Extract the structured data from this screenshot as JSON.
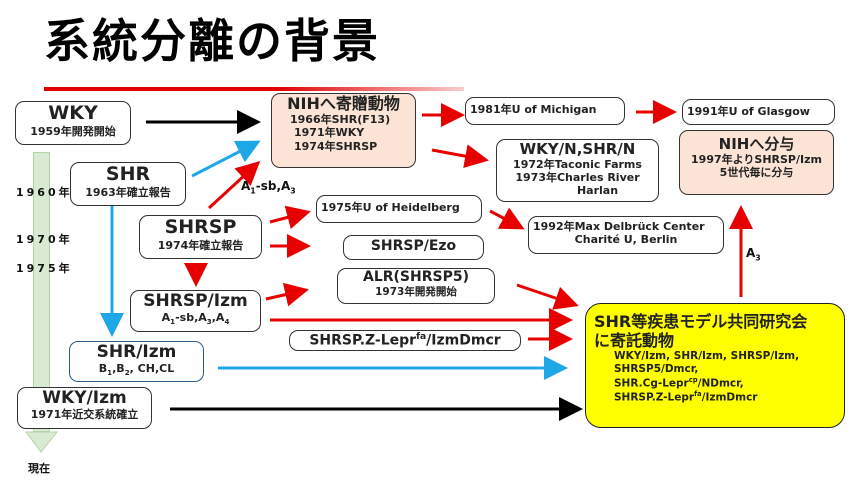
{
  "title": "系統分離の背景",
  "colors": {
    "accent_red": "#e00000",
    "pink_box": "#fbe3d6",
    "yellow_box": "#ffff00",
    "blue_arrow": "#1ea7e6",
    "timeline": "#d9ead3"
  },
  "timeline": {
    "labels": [
      "1960年",
      "1970年",
      "1975年"
    ],
    "end_label": "現在"
  },
  "nodes": {
    "wky": {
      "name": "WKY",
      "note": "1959年開発開始"
    },
    "shr": {
      "name": "SHR",
      "note": "1963年確立報告"
    },
    "shrsp": {
      "name": "SHRSP",
      "note": "1974年確立報告"
    },
    "shrsp_izm": {
      "name": "SHRSP/Izm",
      "note_parts": [
        "A",
        "1",
        "-sb,A",
        "3",
        ",A",
        "4"
      ]
    },
    "shr_izm": {
      "name": "SHR/Izm",
      "note_parts": [
        "B",
        "1",
        ",B",
        "2",
        ", CH,CL"
      ]
    },
    "wky_izm": {
      "name": "WKY/Izm",
      "note": "1971年近交系統確立"
    },
    "nih_donation": {
      "name": "NIHへ寄贈動物",
      "lines": [
        "1966年SHR(F13)",
        "1971年WKY",
        "1974年SHRSP"
      ]
    },
    "michigan": {
      "name": "1981年U of Michigan"
    },
    "glasgow": {
      "name": "1991年U of Glasgow"
    },
    "wky_n": {
      "name": "WKY/N,SHR/N",
      "lines": [
        "1972年Taconic Farms",
        "1973年Charles River",
        "Harlan"
      ]
    },
    "nih_distribution": {
      "name": "NIHへ分与",
      "lines": [
        "1997年よりSHRSP/Izm",
        "5世代毎に分与"
      ]
    },
    "heidelberg": {
      "name": "1975年U of Heidelberg"
    },
    "ezo": {
      "name": "SHRSP/Ezo"
    },
    "berlin": {
      "lines": [
        "1992年Max Delbrück Center",
        "Charité  U, Berlin"
      ]
    },
    "alr": {
      "name": "ALR(SHRSP5)",
      "note": "1973年開発開始"
    },
    "zucker": {
      "name_parts": [
        "SHRSP.Z-Lepr",
        "fa",
        "/IzmDmcr"
      ]
    },
    "consortium": {
      "title_lines": [
        "SHR等疾患モデル共同研究会",
        "に寄託動物"
      ],
      "strains": [
        "WKY/Izm, SHR/Izm, SHRSP/Izm,",
        "SHRSP5/Dmcr,"
      ],
      "strain_cg_parts": [
        "SHR.Cg-Lepr",
        "cp",
        "/NDmcr,"
      ],
      "strain_z_parts": [
        "SHRSP.Z-Lepr",
        "fa",
        "/IzmDmcr"
      ]
    }
  },
  "edge_labels": {
    "shrsp_to_nih": {
      "parts": [
        "A",
        "1",
        "-sb,A",
        "3"
      ]
    },
    "to_nih_distribution": {
      "parts": [
        "A",
        "3"
      ]
    }
  }
}
